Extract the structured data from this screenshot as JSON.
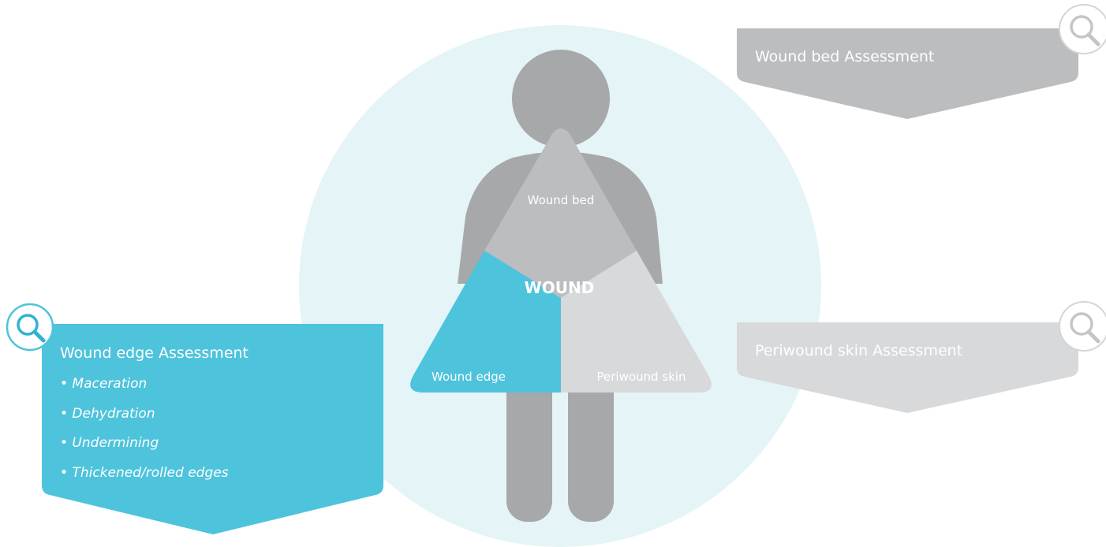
{
  "diagram": {
    "center_label": "WOUND",
    "segments": {
      "wound_bed": "Wound bed",
      "wound_edge": "Wound edge",
      "periwound_skin": "Periwound skin"
    },
    "panels": {
      "wound_bed": {
        "title": "Wound bed Assessment",
        "icon": "magnifier-icon",
        "color": "#bcbdbf"
      },
      "periwound": {
        "title": "Periwound skin Assessment",
        "icon": "magnifier-icon",
        "color": "#d8d9da"
      },
      "wound_edge": {
        "title": "Wound edge Assessment",
        "icon": "magnifier-icon",
        "color": "#4ec3dc",
        "items": [
          "• Maceration",
          "• Dehydration",
          "• Undermining",
          "• Thickened/rolled edges"
        ]
      }
    },
    "colors": {
      "circle": "#e4f4f7",
      "figure": "#a7a8aa",
      "wound_bed": "#bcbdbf",
      "wound_edge": "#4ec3dc",
      "periwound": "#d8d9da"
    }
  }
}
